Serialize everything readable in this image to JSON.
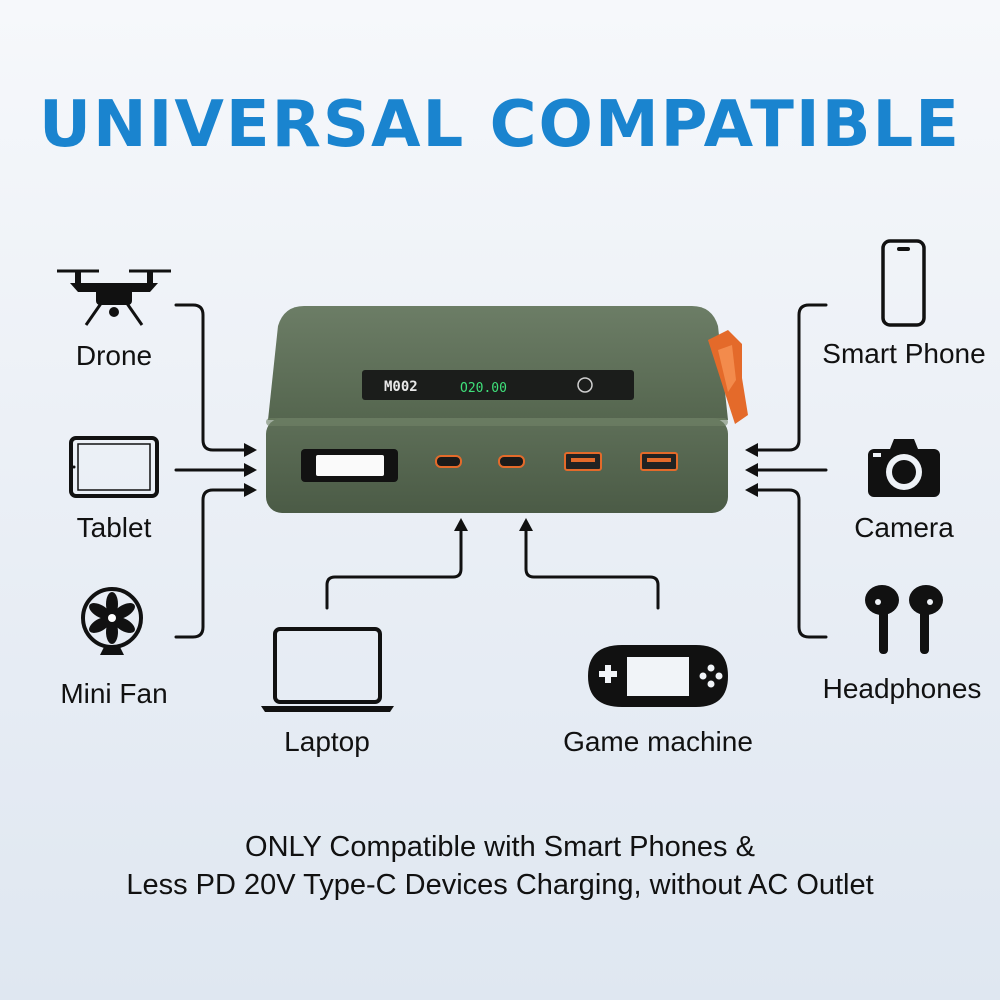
{
  "heading": "UNIVERSAL COMPATIBLE",
  "devices": {
    "drone": "Drone",
    "tablet": "Tablet",
    "mini_fan": "Mini Fan",
    "laptop": "Laptop",
    "game_machine": "Game machine",
    "smart_phone": "Smart Phone",
    "camera": "Camera",
    "headphones": "Headphones"
  },
  "powerbank": {
    "display_left": "M002",
    "display_right": "O20.00"
  },
  "footnote": {
    "line1": "ONLY Compatible with Smart Phones &",
    "line2": "Less PD 20V Type-C Devices Charging, without AC Outlet"
  },
  "colors": {
    "heading": "#1a84cf",
    "body": "#55664f",
    "accent": "#e46a2a"
  }
}
